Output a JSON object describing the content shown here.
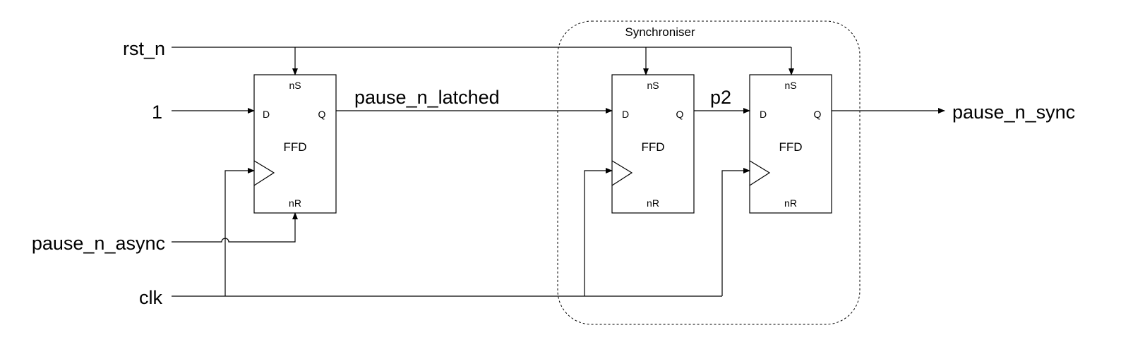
{
  "group_label": "Synchroniser",
  "inputs": {
    "rst": "rst_n",
    "d": "1",
    "pause": "pause_n_async",
    "clk": "clk"
  },
  "outputs": {
    "out": "pause_n_sync"
  },
  "nets": {
    "latched": "pause_n_latched",
    "p2": "p2"
  },
  "flipflops": [
    {
      "name": "FFD",
      "d": "D",
      "q": "Q",
      "set": "nS",
      "reset": "nR"
    },
    {
      "name": "FFD",
      "d": "D",
      "q": "Q",
      "set": "nS",
      "reset": "nR"
    },
    {
      "name": "FFD",
      "d": "D",
      "q": "Q",
      "set": "nS",
      "reset": "nR"
    }
  ]
}
